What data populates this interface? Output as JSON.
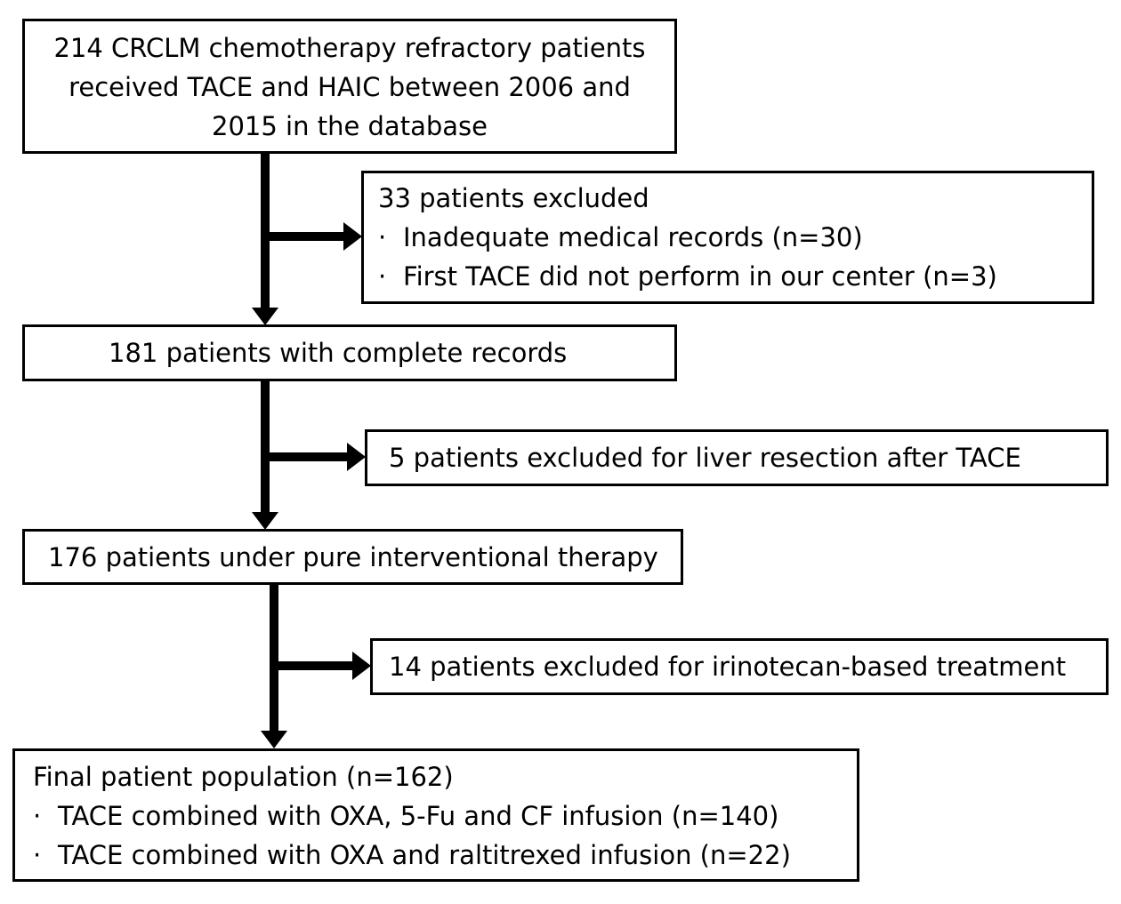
{
  "nodes": {
    "start": {
      "lines": [
        "214 CRCLM chemotherapy refractory patients",
        "received TACE and HAIC between 2006 and",
        "2015 in the database"
      ]
    },
    "excluded_records": {
      "title": "33 patients excluded",
      "bullets": [
        "Inadequate medical records (n=30)",
        "First TACE did not perform in our center (n=3)"
      ]
    },
    "complete_records": {
      "text": "181 patients with complete records"
    },
    "excluded_resection": {
      "text": "5 patients excluded for liver resection after TACE"
    },
    "interventional": {
      "text": "176 patients under pure interventional therapy"
    },
    "excluded_irinotecan": {
      "text": "14 patients excluded for irinotecan-based treatment"
    },
    "final": {
      "title": "Final patient population (n=162)",
      "bullets": [
        "TACE combined with OXA, 5-Fu and CF infusion (n=140)",
        "TACE combined with OXA and raltitrexed infusion (n=22)"
      ]
    }
  },
  "bullet_symbol": "·",
  "colors": {
    "line": "#000000",
    "background": "#ffffff"
  }
}
